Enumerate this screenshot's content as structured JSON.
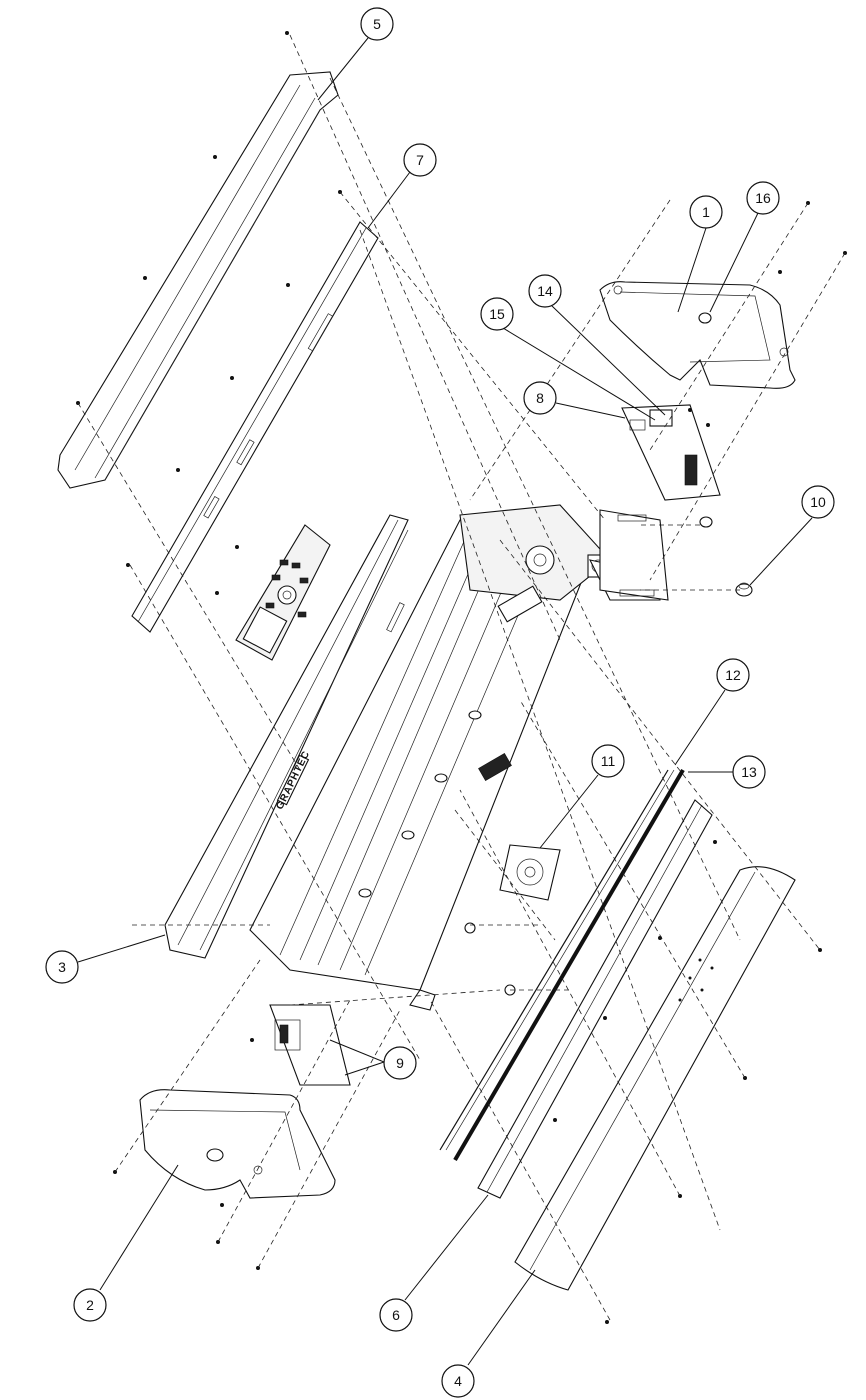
{
  "diagram": {
    "brand_text": "GRAPHTEC",
    "callouts": [
      {
        "id": "c1",
        "label": "1",
        "part": "right-side-cover"
      },
      {
        "id": "c2",
        "label": "2",
        "part": "left-side-cover"
      },
      {
        "id": "c3",
        "label": "3",
        "part": "upper-front-cover"
      },
      {
        "id": "c4",
        "label": "4",
        "part": "front-guide-cover"
      },
      {
        "id": "c5",
        "label": "5",
        "part": "rear-top-cover"
      },
      {
        "id": "c6",
        "label": "6",
        "part": "front-rail"
      },
      {
        "id": "c7",
        "label": "7",
        "part": "top-panel"
      },
      {
        "id": "c8",
        "label": "8",
        "part": "control-board"
      },
      {
        "id": "c9",
        "label": "9",
        "part": "left-board"
      },
      {
        "id": "c10",
        "label": "10",
        "part": "foot"
      },
      {
        "id": "c11",
        "label": "11",
        "part": "fan"
      },
      {
        "id": "c12",
        "label": "12",
        "part": "cutting-strip"
      },
      {
        "id": "c13",
        "label": "13",
        "part": "grit-rail"
      },
      {
        "id": "c14",
        "label": "14",
        "part": "board-connector"
      },
      {
        "id": "c15",
        "label": "15",
        "part": "board-bracket"
      },
      {
        "id": "c16",
        "label": "16",
        "part": "side-cover-cap"
      }
    ]
  }
}
